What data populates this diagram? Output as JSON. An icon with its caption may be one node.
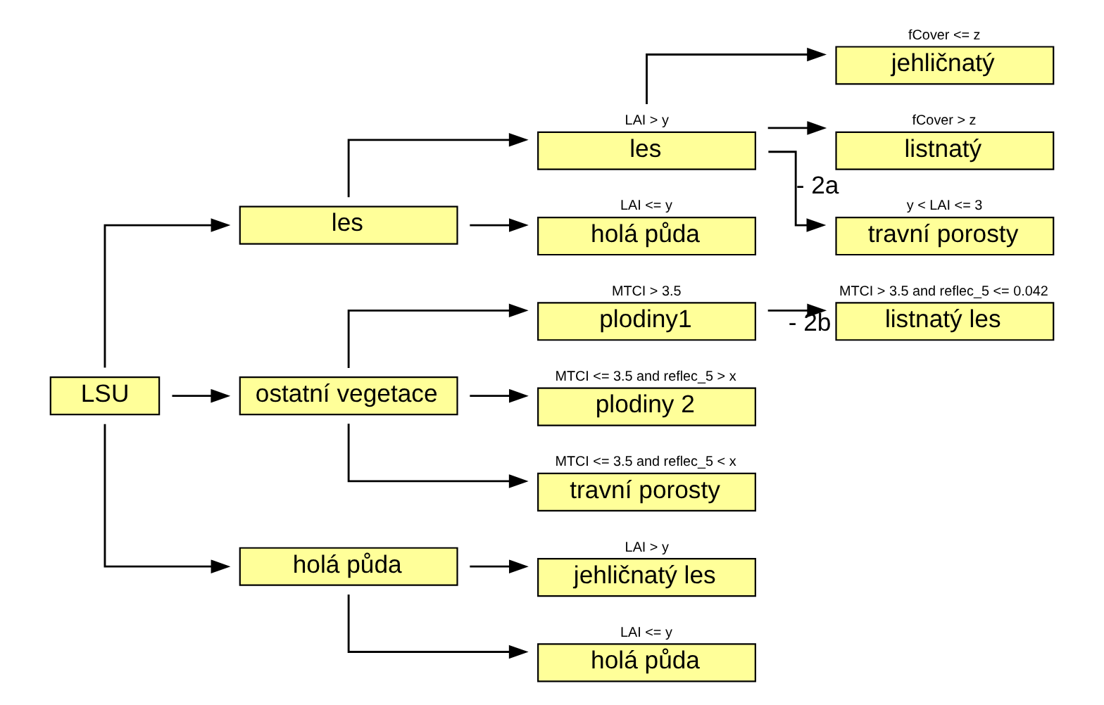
{
  "diagram": {
    "nodes": [
      {
        "text": [
          "LSU"
        ]
      },
      {
        "text": [
          "les"
        ]
      },
      {
        "text": [
          "ostatní vegetace"
        ]
      },
      {
        "text": [
          "holá půda"
        ]
      },
      {
        "text": [
          "les"
        ],
        "beside": [
          "LAI > y"
        ]
      },
      {
        "text": [
          "holá půda"
        ],
        "beside": [
          "LAI <= y"
        ]
      },
      {
        "text": [
          "jehličnatý"
        ],
        "beside": [
          "fCover <= z"
        ]
      },
      {
        "text": [
          "listnatý"
        ],
        "beside": [
          "fCover > z"
        ]
      },
      {
        "text": [
          "travní porosty"
        ],
        "beside": [
          "y < LAI <= 3"
        ]
      },
      {
        "text": [
          "plodiny1"
        ],
        "beside": [
          "MTCI > 3.5"
        ]
      },
      {
        "text": [
          "listnatý les"
        ],
        "beside": [
          "MTCI > 3.5 and reflec_5 <= 0.042"
        ]
      },
      {
        "text": [
          "plodiny 2"
        ],
        "beside": [
          "MTCI <= 3.5 and reflec_5 > x"
        ]
      },
      {
        "text": [
          "travní porosty"
        ],
        "beside": [
          "MTCI <= 3.5 and reflec_5 < x"
        ]
      },
      {
        "text": [
          "jehličnatý les"
        ],
        "beside": [
          "LAI > y"
        ]
      },
      {
        "text": [
          "holá půda"
        ],
        "beside": [
          "LAI <= y"
        ]
      }
    ],
    "edges": [
      {
        "from": 0,
        "to": 1,
        "arrow": "to"
      },
      {
        "from": 0,
        "to": 2,
        "arrow": "to"
      },
      {
        "from": 0,
        "to": 3,
        "arrow": "to"
      },
      {
        "from": 1,
        "to": 4,
        "arrow": "to"
      },
      {
        "from": 1,
        "to": 5,
        "arrow": "to"
      },
      {
        "from": 4,
        "to": 6,
        "arrow": "to"
      },
      {
        "from": 4,
        "to": 7,
        "arrow": "to"
      },
      {
        "from": 4,
        "to": 8,
        "arrow": "to",
        "label": "- 2a"
      },
      {
        "from": 2,
        "to": 9,
        "arrow": "to"
      },
      {
        "from": 9,
        "to": 10,
        "arrow": "to",
        "label": "- 2b"
      },
      {
        "from": 2,
        "to": 11,
        "arrow": "to"
      },
      {
        "from": 2,
        "to": 12,
        "arrow": "to"
      },
      {
        "from": 3,
        "to": 13,
        "arrow": "to"
      },
      {
        "from": 3,
        "to": 14,
        "arrow": "to"
      }
    ]
  }
}
